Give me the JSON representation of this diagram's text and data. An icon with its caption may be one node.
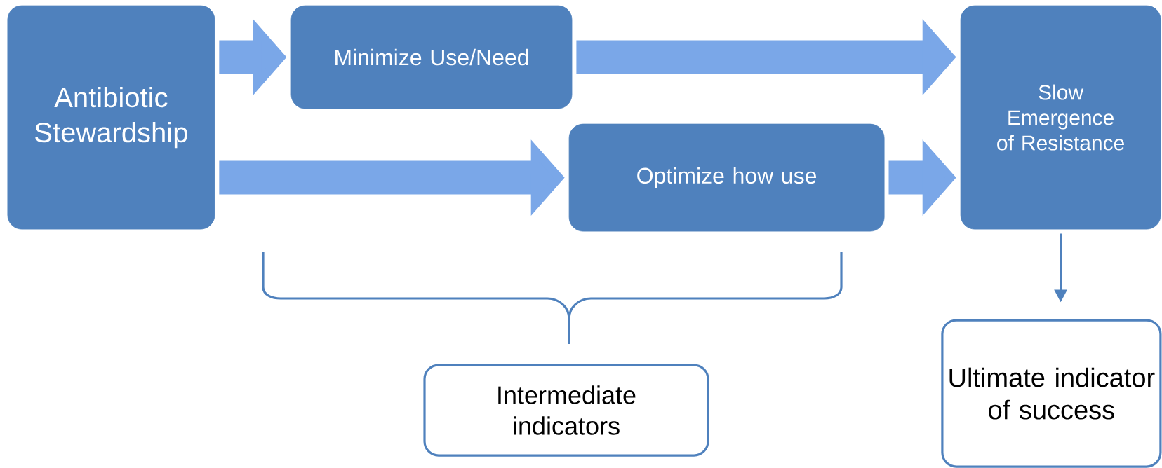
{
  "diagram": {
    "nodes": [
      {
        "text": [
          "Antibiotic Stewardship"
        ]
      },
      {
        "text": [
          "Minimize Use/Need"
        ]
      },
      {
        "text": [
          "Optimize how use"
        ]
      },
      {
        "text": [
          "Slow Emergence of Resistance"
        ]
      },
      {
        "text": [
          "Intermediate indicators"
        ]
      },
      {
        "text": [
          "Ultimate indicator of success"
        ]
      }
    ],
    "edges": [
      {
        "from": 0,
        "to": 1,
        "arrow": "to"
      },
      {
        "from": 0,
        "to": 2,
        "arrow": "to"
      },
      {
        "from": 1,
        "to": 3,
        "arrow": "to"
      },
      {
        "from": 2,
        "to": 3,
        "arrow": "to"
      },
      {
        "from": 3,
        "to": 5,
        "arrow": "to"
      }
    ]
  }
}
